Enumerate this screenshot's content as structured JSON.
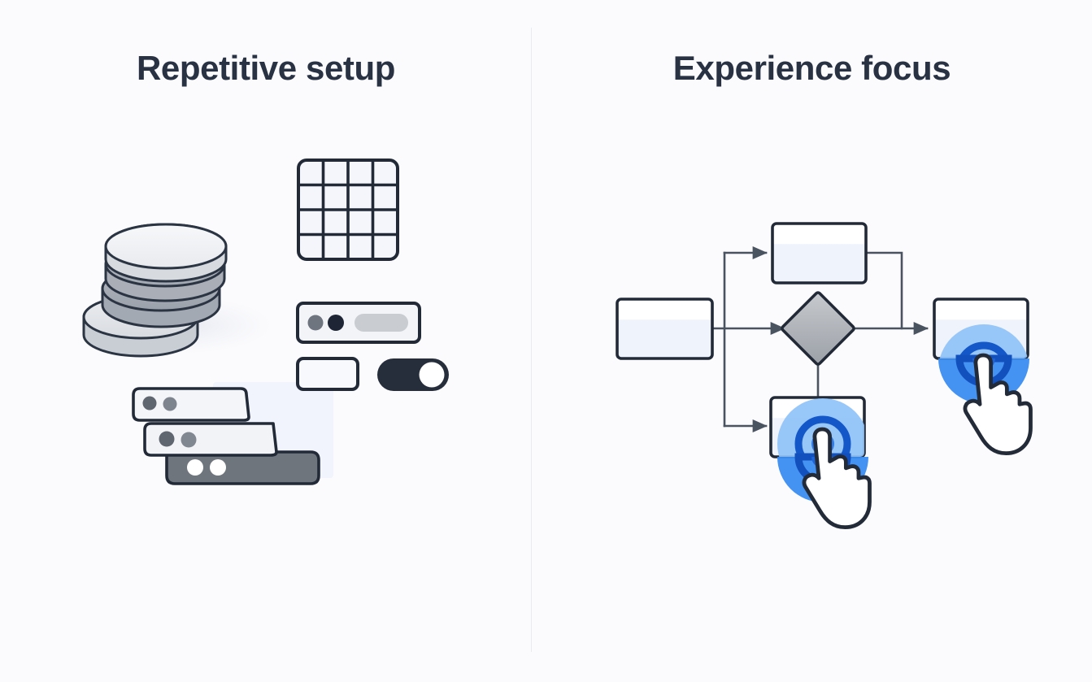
{
  "page": {
    "background_color": "#fbfbfd",
    "divider_color": "#e9ebf2",
    "ink_color": "#283242",
    "accent_blue": "#1668e3",
    "accent_blue_light": "#86bcf7",
    "accent_blue_mid": "#3d92f0"
  },
  "panels": {
    "left": {
      "title": "Repetitive setup",
      "illustration_name": "stacked-discs-grid-cards-cluster",
      "elements": [
        {
          "name": "disc-stack",
          "label": "Stacked data discs",
          "disc_count": 4
        },
        {
          "name": "grid-4x4",
          "label": "Four by four grid",
          "rows": 4,
          "cols": 4
        },
        {
          "name": "config-bar",
          "label": "Configuration bar with two dots and a field"
        },
        {
          "name": "small-card",
          "label": "Small empty card"
        },
        {
          "name": "toggle-switch",
          "label": "Toggle switch",
          "state": "on"
        },
        {
          "name": "slanted-card-stack",
          "label": "Stack of three slanted cards",
          "card_count": 3
        }
      ]
    },
    "right": {
      "title": "Experience focus",
      "illustration_name": "flowchart-with-tap-interactions",
      "nodes": [
        {
          "name": "flow-node-start",
          "shape": "rectangle",
          "position": "left"
        },
        {
          "name": "flow-node-top",
          "shape": "rectangle",
          "position": "top-right"
        },
        {
          "name": "flow-node-decision",
          "shape": "diamond",
          "position": "center"
        },
        {
          "name": "flow-node-bottom",
          "shape": "rectangle",
          "position": "bottom-center"
        },
        {
          "name": "flow-node-end",
          "shape": "rectangle",
          "position": "right"
        }
      ],
      "connectors": [
        {
          "from": "flow-node-start",
          "to": "flow-node-top",
          "arrow": true
        },
        {
          "from": "flow-node-start",
          "to": "flow-node-decision",
          "arrow": true
        },
        {
          "from": "flow-node-start",
          "to": "flow-node-bottom",
          "arrow": true
        },
        {
          "from": "flow-node-top",
          "to": "flow-node-end",
          "arrow": true
        },
        {
          "from": "flow-node-decision",
          "to": "flow-node-end",
          "arrow": true
        },
        {
          "from": "flow-node-decision",
          "to": "flow-node-bottom",
          "arrow": false
        }
      ],
      "tap_indicators": [
        {
          "name": "tap-indicator-end",
          "on_node": "flow-node-end"
        },
        {
          "name": "tap-indicator-bottom",
          "on_node": "flow-node-bottom"
        }
      ]
    }
  }
}
